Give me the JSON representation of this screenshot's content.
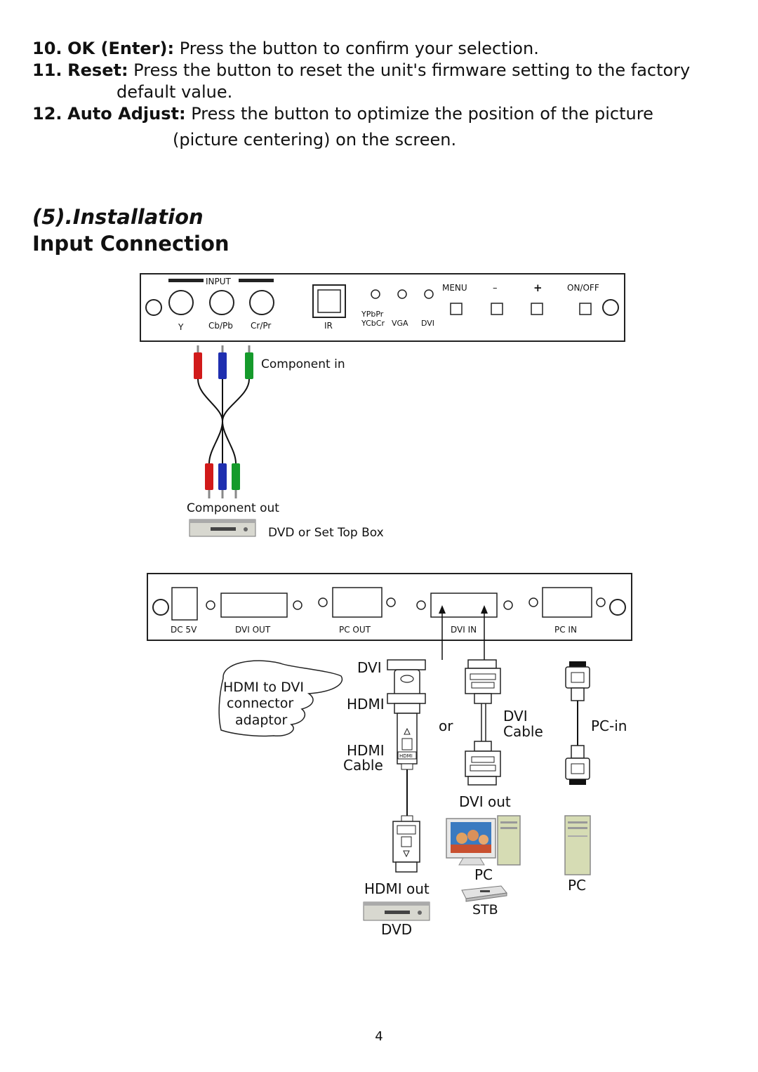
{
  "items": [
    {
      "num": "10.",
      "term": "OK (Enter):",
      "text": " Press the button to confirm your selection."
    },
    {
      "num": "11.",
      "term": "Reset:",
      "text": " Press the button to reset the unit's firmware setting to the factory",
      "cont": "default value."
    },
    {
      "num": "12.",
      "term": "Auto Adjust:",
      "text": " Press the button to optimize the position of the picture",
      "cont": "(picture centering) on the screen."
    }
  ],
  "section_heading": "(5).Installation",
  "sub_heading": "Input Connection",
  "top_panel": {
    "input_group": "INPUT",
    "ports": [
      "Y",
      "Cb/Pb",
      "Cr/Pr"
    ],
    "ir": "IR",
    "led_label_1": "YPbPr",
    "led_label_2": "YCbCr",
    "led_vga": "VGA",
    "led_dvi": "DVI",
    "buttons": [
      "MENU",
      "–",
      "+",
      "ON/OFF"
    ]
  },
  "component_in": "Component in",
  "component_out": "Component out",
  "dvd_stb": "DVD or Set Top Box",
  "bottom_panel": {
    "ports": [
      "DC 5V",
      "DVI OUT",
      "PC OUT",
      "DVI IN",
      "PC IN"
    ]
  },
  "callout": [
    "HDMI to DVI",
    "connector",
    "adaptor"
  ],
  "labels": {
    "dvi": "DVI",
    "hdmi": "HDMI",
    "hdmi_cable_1": "HDMI",
    "hdmi_cable_2": "Cable",
    "or": "or",
    "dvi_cable_1": "DVI",
    "dvi_cable_2": "Cable",
    "pc_in": "PC-in",
    "dvi_out": "DVI out",
    "pc_1": "PC",
    "pc_2": "PC",
    "stb": "STB",
    "hdmi_out": "HDMI out",
    "dvd": "DVD",
    "hdmi_plug_tag": "HDMI"
  },
  "page_number": "4"
}
